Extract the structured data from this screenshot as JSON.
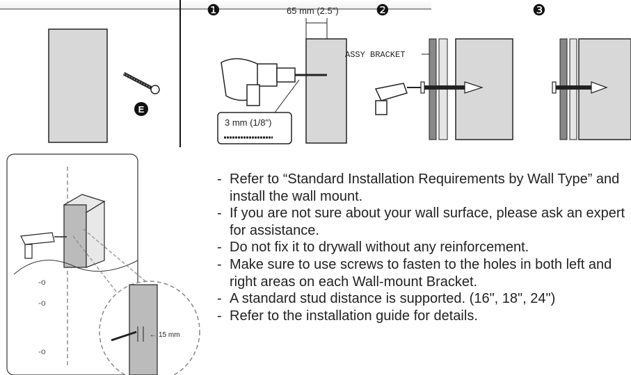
{
  "top_panel": {
    "part_letter": "E",
    "steps": [
      "❶",
      "❷",
      "❸"
    ],
    "drill_depth_label": "65 mm (2.5\")",
    "drill_bit_label": "3 mm (1/8\")",
    "bracket_label": "ASSY BRACKET"
  },
  "bottom_panel": {
    "offset_label": "15 mm"
  },
  "instructions": [
    "Refer to “Standard Installation Requirements by Wall Type” and install the wall mount.",
    "If you are not sure about your wall surface, please ask an expert for assistance.",
    "Do not fix it to drywall without any reinforcement.",
    "Make sure to use screws to fasten to the holes in both left and right areas on each Wall-mount Bracket.",
    "A standard stud distance is supported. (16\", 18\", 24\")",
    "Refer to the installation guide for details."
  ]
}
